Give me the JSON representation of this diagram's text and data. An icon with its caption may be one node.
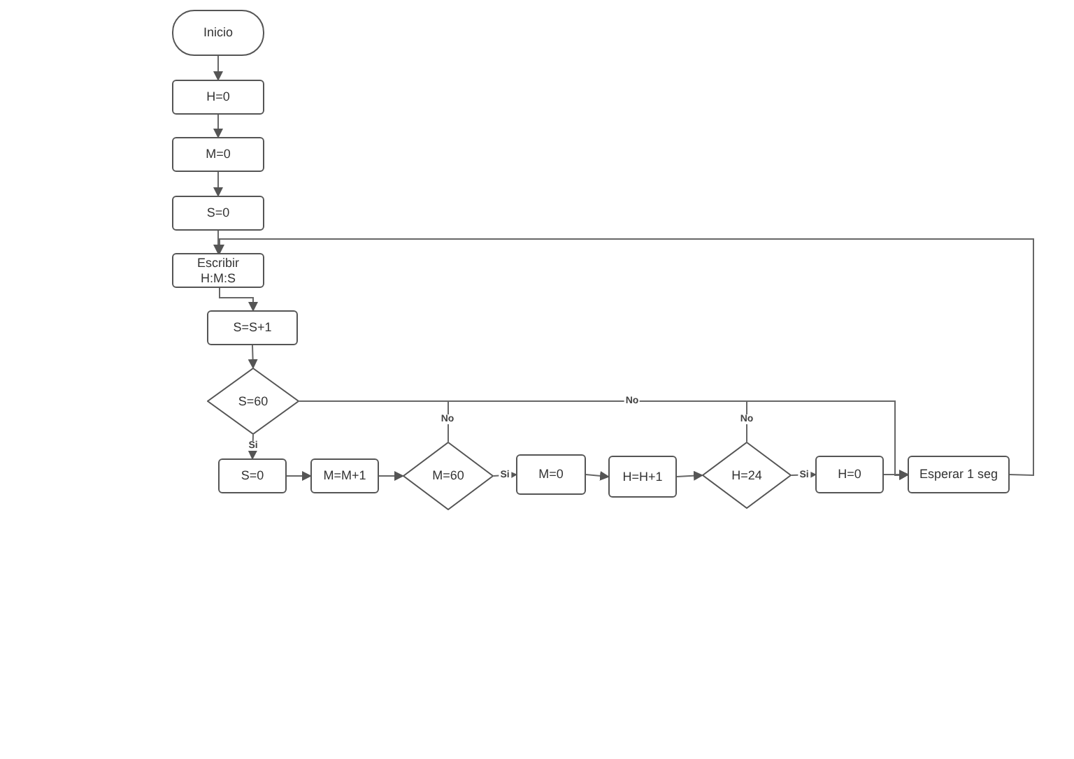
{
  "diagram": {
    "nodes": [
      {
        "text": [
          "Inicio"
        ]
      },
      {
        "text": [
          "H=0"
        ]
      },
      {
        "text": [
          "M=0"
        ]
      },
      {
        "text": [
          "S=0"
        ]
      },
      {
        "text": [
          "Escribir H:M:S"
        ]
      },
      {
        "text": [
          "S=S+1"
        ]
      },
      {
        "text": [
          "S=60"
        ]
      },
      {
        "text": [
          "S=0"
        ]
      },
      {
        "text": [
          "M=M+1"
        ]
      },
      {
        "text": [
          "M=60"
        ]
      },
      {
        "text": [
          "M=0"
        ]
      },
      {
        "text": [
          "H=H+1"
        ]
      },
      {
        "text": [
          "H=24"
        ]
      },
      {
        "text": [
          "H=0"
        ]
      },
      {
        "text": [
          "Esperar 1 seg"
        ]
      }
    ],
    "edges": [
      {
        "from": 0,
        "to": 1,
        "arrow": "to"
      },
      {
        "from": 1,
        "to": 2,
        "arrow": "to"
      },
      {
        "from": 2,
        "to": 3,
        "arrow": "to"
      },
      {
        "from": 3,
        "to": 4,
        "arrow": "to"
      },
      {
        "from": 4,
        "to": 5,
        "arrow": "to"
      },
      {
        "from": 5,
        "to": 6,
        "arrow": "to"
      },
      {
        "from": 6,
        "to": 7,
        "arrow": "to",
        "label": "Si"
      },
      {
        "from": 7,
        "to": 8,
        "arrow": "to"
      },
      {
        "from": 8,
        "to": 9,
        "arrow": "to"
      },
      {
        "from": 9,
        "to": 10,
        "arrow": "to",
        "label": "Si"
      },
      {
        "from": 10,
        "to": 11,
        "arrow": "to"
      },
      {
        "from": 11,
        "to": 12,
        "arrow": "to"
      },
      {
        "from": 12,
        "to": 13,
        "arrow": "to",
        "label": "Si"
      },
      {
        "from": 13,
        "to": 14,
        "arrow": "to"
      },
      {
        "from": 6,
        "to": 14,
        "arrow": "to",
        "label": "No"
      },
      {
        "from": 9,
        "to": 14,
        "arrow": "to",
        "label": "No"
      },
      {
        "from": 12,
        "to": 14,
        "arrow": "to",
        "label": "No"
      },
      {
        "from": 14,
        "to": 4,
        "arrow": "to"
      }
    ]
  }
}
